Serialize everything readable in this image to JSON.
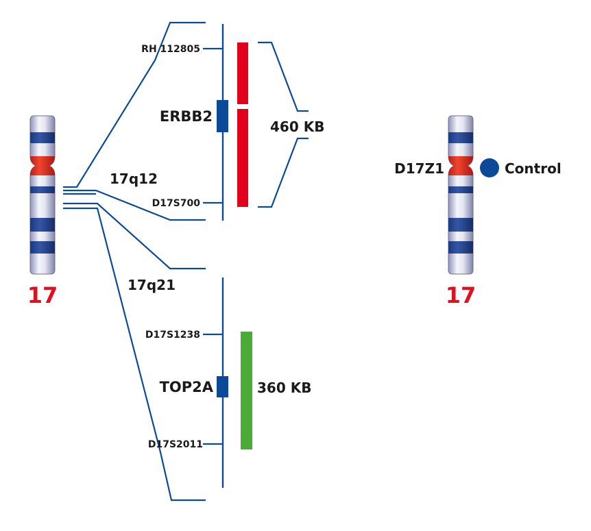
{
  "chromosome_left": {
    "number": "17",
    "bands": [
      "17q12",
      "17q21"
    ]
  },
  "region_erbb2": {
    "markers": [
      "RH 112805",
      "D17S700"
    ],
    "gene": "ERBB2",
    "probe_size": "460 KB",
    "probe_color": "#e2001a"
  },
  "region_top2a": {
    "markers": [
      "D17S1238",
      "D17S2011"
    ],
    "gene": "TOP2A",
    "probe_size": "360 KB",
    "probe_color": "#4aab36"
  },
  "chromosome_right": {
    "number": "17",
    "centromere_label": "D17Z1",
    "control_label": "Control",
    "control_color": "#0a4a98"
  },
  "colors": {
    "line": "#0a4a98",
    "gene_block": "#0a4a98",
    "centromere": "#e0281c",
    "band": "#1f3f8f"
  }
}
